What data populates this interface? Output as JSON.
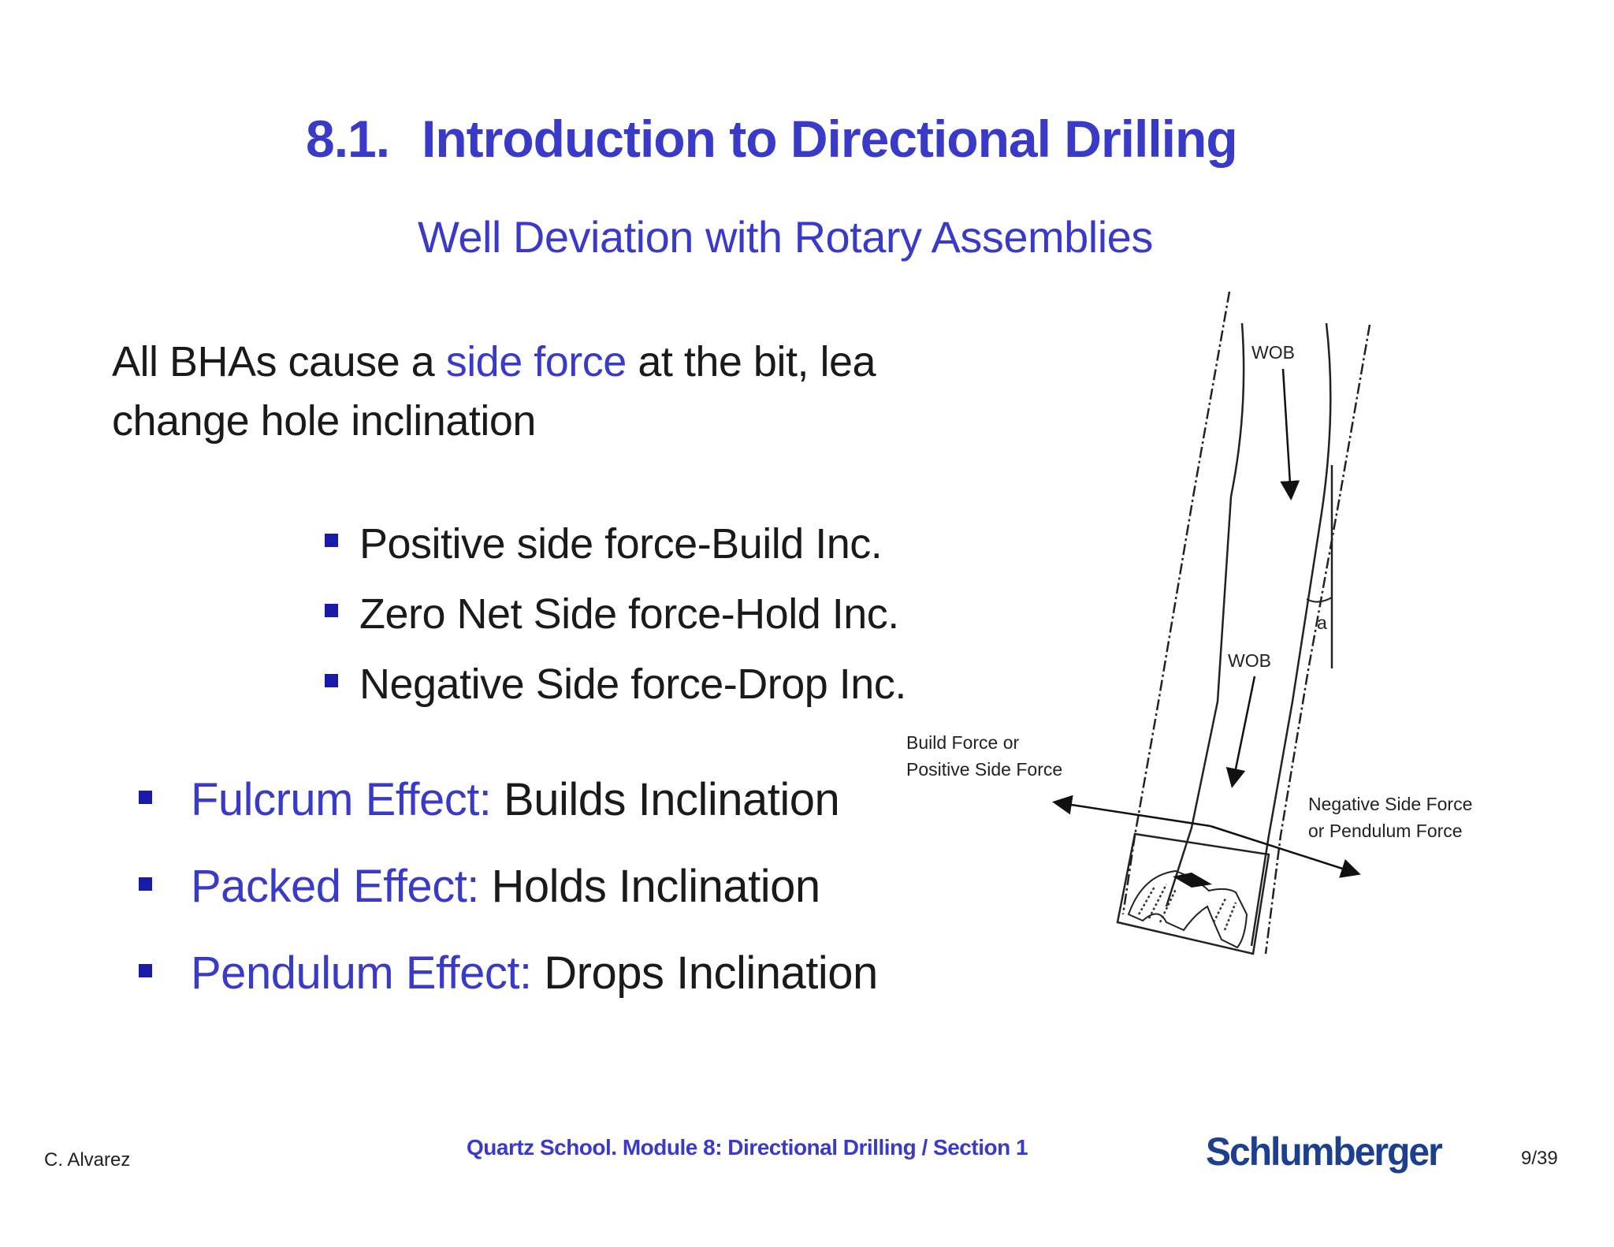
{
  "title": {
    "number": "8.1.",
    "text": "Introduction to Directional Drilling"
  },
  "subtitle": "Well Deviation with Rotary Assemblies",
  "intro": {
    "part1": "All BHAs cause a ",
    "highlight": "side force",
    "part2": " at the bit, lea",
    "line2": "change hole inclination"
  },
  "side_force_list": [
    "Positive side force-Build Inc.",
    "Zero Net Side force-Hold Inc.",
    "Negative Side force-Drop Inc."
  ],
  "effects": [
    {
      "name": "Fulcrum Effect:",
      "desc": " Builds Inclination"
    },
    {
      "name": "Packed Effect:",
      "desc": " Holds Inclination"
    },
    {
      "name": "Pendulum Effect:",
      "desc": " Drops Inclination"
    }
  ],
  "diagram": {
    "wob_top": "WOB",
    "wob_mid": "WOB",
    "angle": "a",
    "build_force_1": "Build Force or",
    "build_force_2": "Positive Side Force",
    "negative_force_1": "Negative Side Force",
    "negative_force_2": "or Pendulum Force"
  },
  "footer": {
    "author": "C. Alvarez",
    "course": "Quartz School.  Module 8: Directional Drilling / Section 1",
    "logo": "Schlumberger",
    "page": "9/39"
  },
  "colors": {
    "accent": "#3a3ac8",
    "bullet": "#1a1aa8",
    "logo": "#1d3f8f",
    "text": "#1a1a1a"
  }
}
